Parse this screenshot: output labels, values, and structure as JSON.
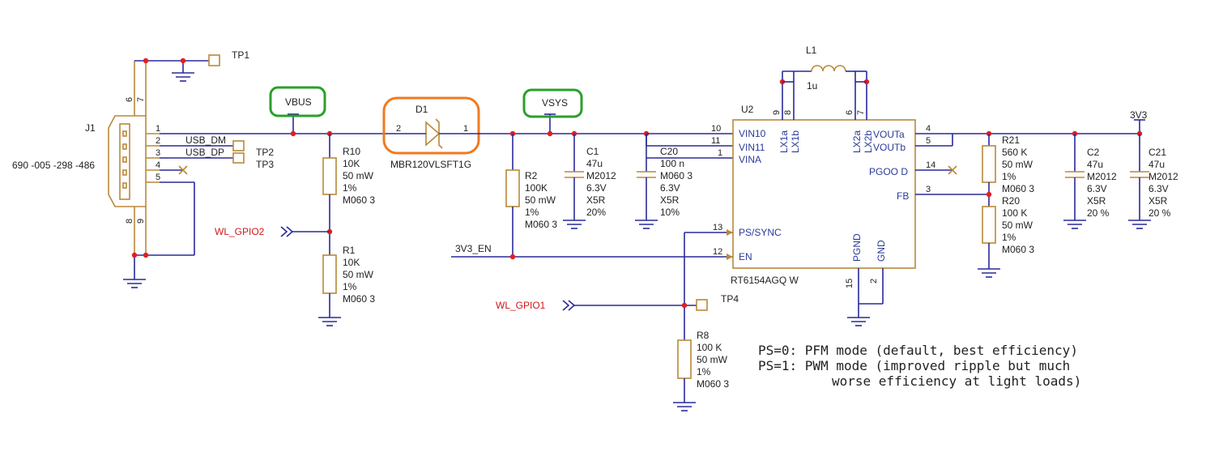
{
  "connector": {
    "ref": "J1",
    "part": "690 -005 -298 -486",
    "pins": {
      "p1": "1",
      "p2": "2",
      "p3": "3",
      "p4": "4",
      "p5": "5",
      "p6": "6",
      "p7": "7",
      "p8": "8",
      "p9": "9"
    }
  },
  "nets": {
    "usb_dm": "USB_DM",
    "usb_dp": "USB_DP",
    "vbus": "VBUS",
    "vsys": "VSYS",
    "v3v3": "3V3",
    "v3v3_en": "3V3_EN",
    "wl_gpio2": "WL_GPIO2",
    "wl_gpio1": "WL_GPIO1"
  },
  "testpoints": {
    "tp1": "TP1",
    "tp2": "TP2",
    "tp3": "TP3",
    "tp4": "TP4"
  },
  "r10": {
    "ref": "R10",
    "v1": "10K",
    "v2": "50 mW",
    "v3": "1%",
    "v4": "M060 3"
  },
  "r1": {
    "ref": "R1",
    "v1": "10K",
    "v2": "50 mW",
    "v3": "1%",
    "v4": "M060 3"
  },
  "d1": {
    "ref": "D1",
    "part": "MBR120VLSFT1G",
    "pin_a": "2",
    "pin_k": "1"
  },
  "r2": {
    "ref": "R2",
    "v1": "100K",
    "v2": "50 mW",
    "v3": "1%",
    "v4": "M060 3"
  },
  "c1": {
    "ref": "C1",
    "v1": "47u",
    "v2": "M2012",
    "v3": "6.3V",
    "v4": "X5R",
    "v5": "20%"
  },
  "c20": {
    "ref": "C20",
    "v1": "100 n",
    "v2": "M060 3",
    "v3": "6.3V",
    "v4": "X5R",
    "v5": "10%"
  },
  "l1": {
    "ref": "L1",
    "value": "1u"
  },
  "u2": {
    "ref": "U2",
    "part": "RT6154AGQ W",
    "pins": {
      "vin10": "VIN10",
      "vin11": "VIN11",
      "vina": "VINA",
      "ps": "PS/SYNC",
      "en": "EN",
      "lx1a": "LX1a",
      "lx1b": "LX1b",
      "lx2a": "LX2a",
      "lx2b": "LX2b",
      "voa": "VOUTa",
      "vob": "VOUTb",
      "pgood": "PGOO D",
      "fb": "FB",
      "pgnd": "PGND",
      "gnd": "GND"
    },
    "nums": {
      "n10": "10",
      "n11": "11",
      "n1": "1",
      "n13": "13",
      "n12": "12",
      "n9": "9",
      "n8": "8",
      "n6": "6",
      "n7": "7",
      "n4": "4",
      "n5": "5",
      "n14": "14",
      "n3": "3",
      "n15": "15",
      "n2": "2"
    }
  },
  "r21": {
    "ref": "R21",
    "v1": "560 K",
    "v2": "50 mW",
    "v3": "1%",
    "v4": "M060 3"
  },
  "r20": {
    "ref": "R20",
    "v1": "100 K",
    "v2": "50 mW",
    "v3": "1%",
    "v4": "M060 3"
  },
  "c2": {
    "ref": "C2",
    "v1": "47u",
    "v2": "M2012",
    "v3": "6.3V",
    "v4": "X5R",
    "v5": "20 %"
  },
  "c21": {
    "ref": "C21",
    "v1": "47u",
    "v2": "M2012",
    "v3": "6.3V",
    "v4": "X5R",
    "v5": "20 %"
  },
  "r8": {
    "ref": "R8",
    "v1": "100 K",
    "v2": "50 mW",
    "v3": "1%",
    "v4": "M060 3"
  },
  "notes": {
    "line1": "PS=0: PFM mode (default, best efficiency)",
    "line2": "PS=1: PWM mode (improved ripple but much",
    "line3": "worse efficiency at light loads)"
  },
  "highlight_colors": {
    "vbus": "#2aa02a",
    "vsys": "#2aa02a",
    "d1": "#f07a20"
  }
}
